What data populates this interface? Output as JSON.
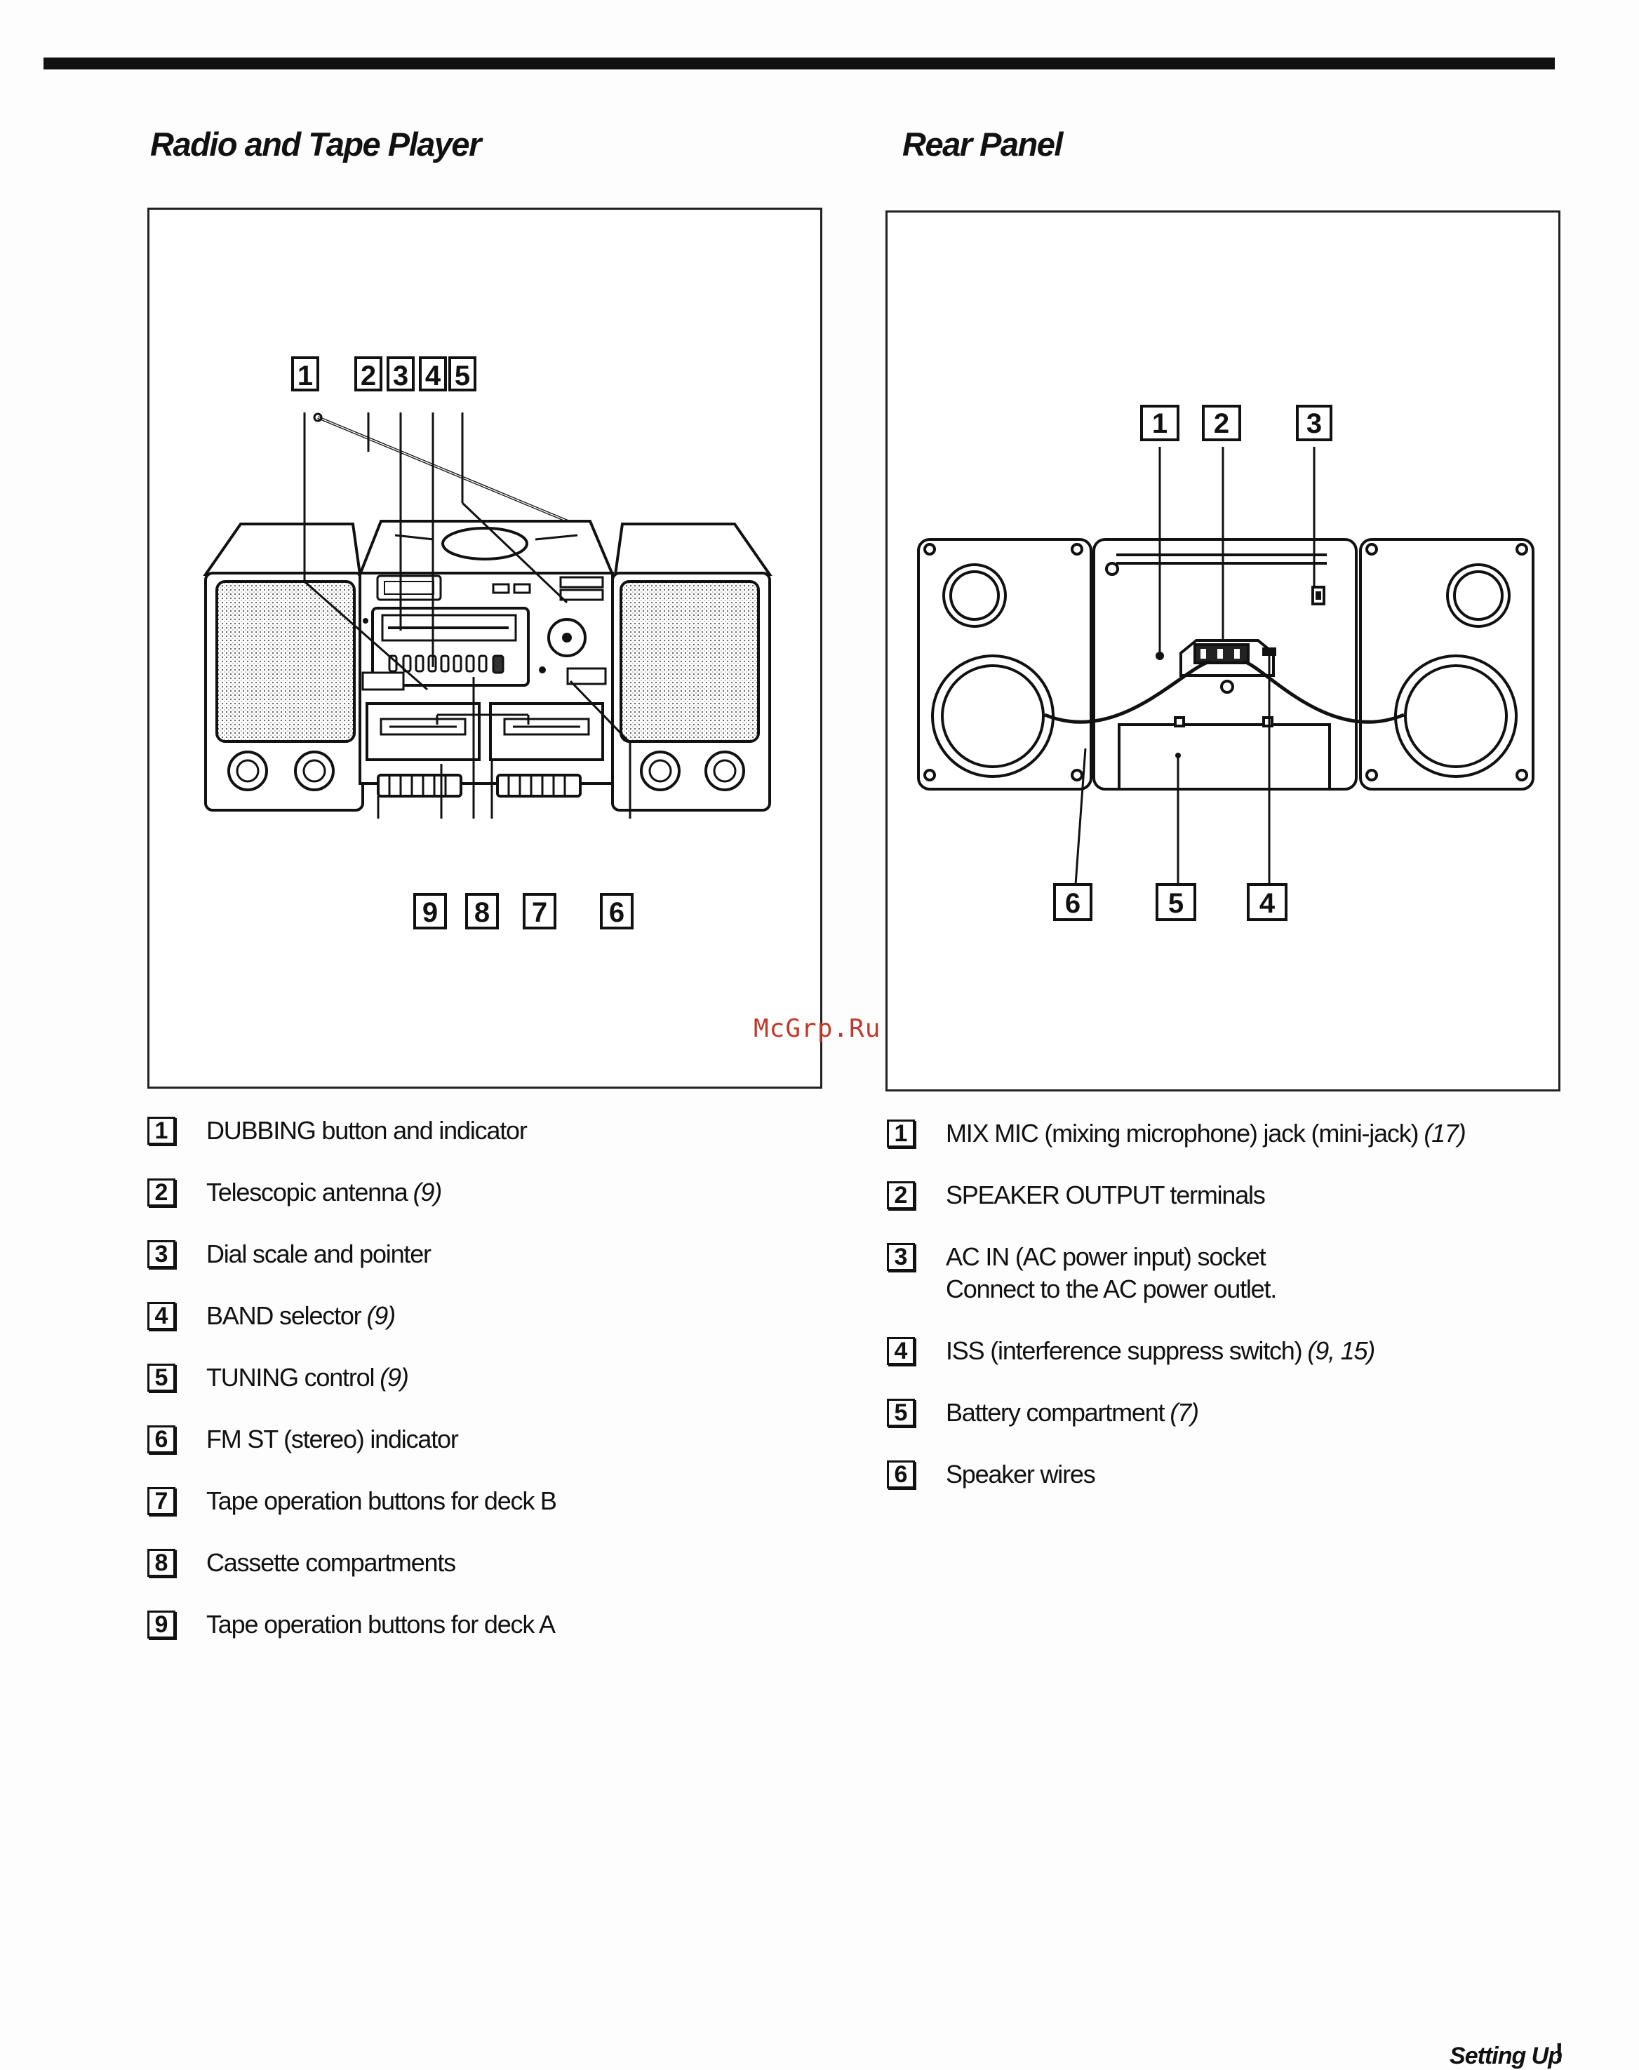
{
  "left_section": {
    "title": "Radio and Tape Player",
    "callouts_top": [
      "1",
      "2",
      "3",
      "4",
      "5"
    ],
    "callouts_bottom": [
      "9",
      "8",
      "7",
      "6"
    ],
    "items": [
      {
        "num": "1",
        "text": "DUBBING button and indicator",
        "ref": ""
      },
      {
        "num": "2",
        "text": "Telescopic antenna",
        "ref": "(9)"
      },
      {
        "num": "3",
        "text": "Dial scale and pointer",
        "ref": ""
      },
      {
        "num": "4",
        "text": "BAND selector",
        "ref": "(9)"
      },
      {
        "num": "5",
        "text": "TUNING control",
        "ref": "(9)"
      },
      {
        "num": "6",
        "text": "FM ST (stereo) indicator",
        "ref": ""
      },
      {
        "num": "7",
        "text": "Tape operation buttons for deck B",
        "ref": ""
      },
      {
        "num": "8",
        "text": "Cassette compartments",
        "ref": ""
      },
      {
        "num": "9",
        "text": "Tape operation buttons for deck A",
        "ref": ""
      }
    ]
  },
  "right_section": {
    "title": "Rear Panel",
    "callouts_top": [
      "1",
      "2",
      "3"
    ],
    "callouts_bottom": [
      "6",
      "5",
      "4"
    ],
    "items": [
      {
        "num": "1",
        "text": "MIX MIC (mixing microphone) jack (mini-jack)",
        "ref": "(17)",
        "sub": ""
      },
      {
        "num": "2",
        "text": "SPEAKER OUTPUT terminals",
        "ref": "",
        "sub": ""
      },
      {
        "num": "3",
        "text": "AC IN (AC power input) socket",
        "ref": "",
        "sub": "Connect to the AC power outlet."
      },
      {
        "num": "4",
        "text": "ISS (interference suppress switch)",
        "ref": "(9, 15)",
        "sub": ""
      },
      {
        "num": "5",
        "text": "Battery compartment",
        "ref": "(7)",
        "sub": ""
      },
      {
        "num": "6",
        "text": "Speaker wires",
        "ref": "",
        "sub": ""
      }
    ]
  },
  "watermark": "McGrp.Ru",
  "footer": {
    "label": "Setting Up",
    "page": "!"
  }
}
